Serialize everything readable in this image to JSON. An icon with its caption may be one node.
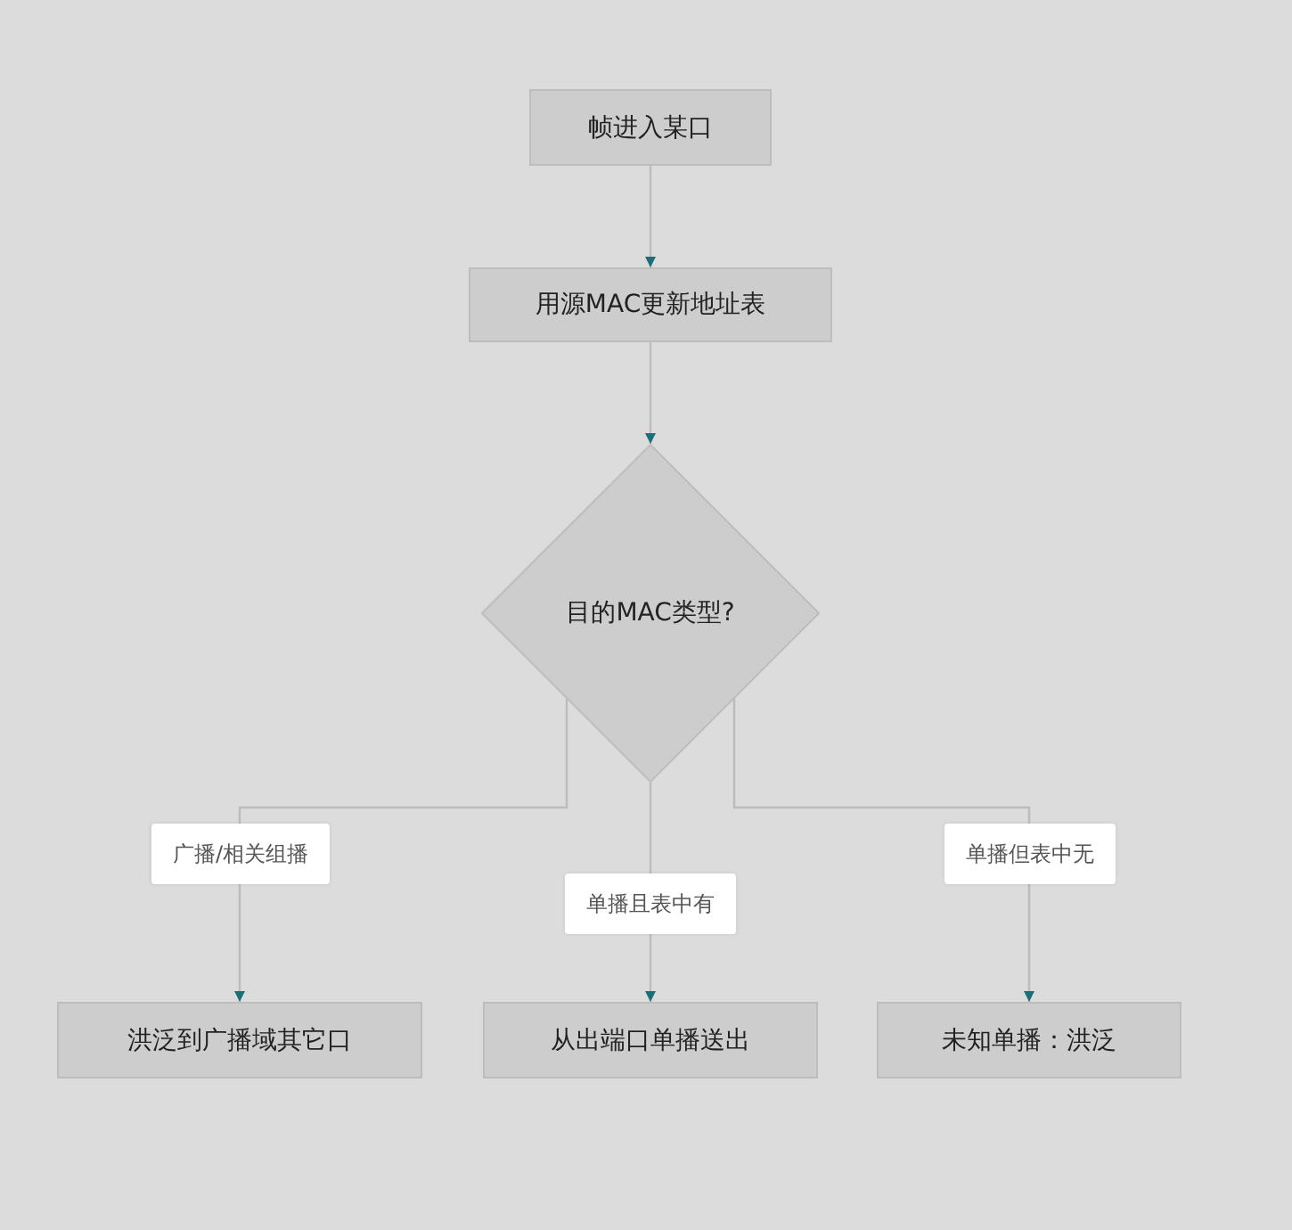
{
  "diagram": {
    "nodes": [
      {
        "text": [
          "帧进入某口"
        ]
      },
      {
        "text": [
          "用源MAC更新地址表"
        ]
      },
      {
        "text": [
          "目的MAC类型?"
        ]
      },
      {
        "text": [
          "洪泛到广播域其它口"
        ]
      },
      {
        "text": [
          "从出端口单播送出"
        ]
      },
      {
        "text": [
          "未知单播：洪泛"
        ]
      }
    ],
    "edges": [
      {
        "from": 0,
        "to": 1,
        "arrow": "to"
      },
      {
        "from": 1,
        "to": 2,
        "arrow": "to"
      },
      {
        "from": 2,
        "to": 3,
        "arrow": "to",
        "label": "广播/相关组播"
      },
      {
        "from": 2,
        "to": 4,
        "arrow": "to",
        "label": "单播且表中有"
      },
      {
        "from": 2,
        "to": 5,
        "arrow": "to",
        "label": "单播但表中无"
      }
    ]
  }
}
